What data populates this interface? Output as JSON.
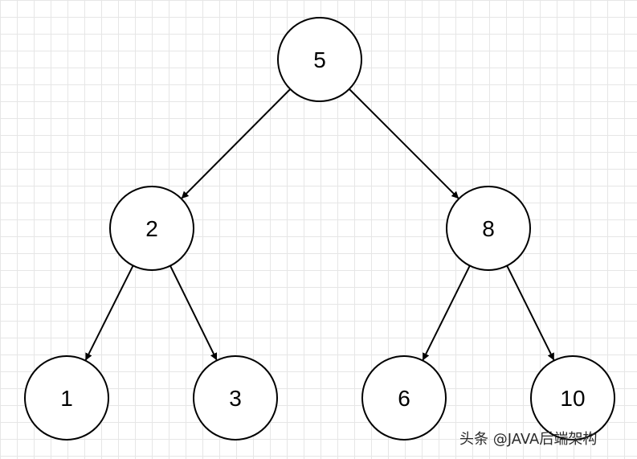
{
  "tree": {
    "nodes": [
      {
        "id": "n5",
        "label": "5"
      },
      {
        "id": "n2",
        "label": "2"
      },
      {
        "id": "n8",
        "label": "8"
      },
      {
        "id": "n1",
        "label": "1"
      },
      {
        "id": "n3",
        "label": "3"
      },
      {
        "id": "n6",
        "label": "6"
      },
      {
        "id": "n10",
        "label": "10"
      }
    ],
    "edges": [
      {
        "from": "n5",
        "to": "n2"
      },
      {
        "from": "n5",
        "to": "n8"
      },
      {
        "from": "n2",
        "to": "n1"
      },
      {
        "from": "n2",
        "to": "n3"
      },
      {
        "from": "n8",
        "to": "n6"
      },
      {
        "from": "n8",
        "to": "n10"
      }
    ]
  },
  "colors": {
    "grid": "#e6e6e6",
    "stroke": "#000000",
    "node_fill": "#ffffff"
  },
  "watermark": "头条 @JAVA后端架构"
}
